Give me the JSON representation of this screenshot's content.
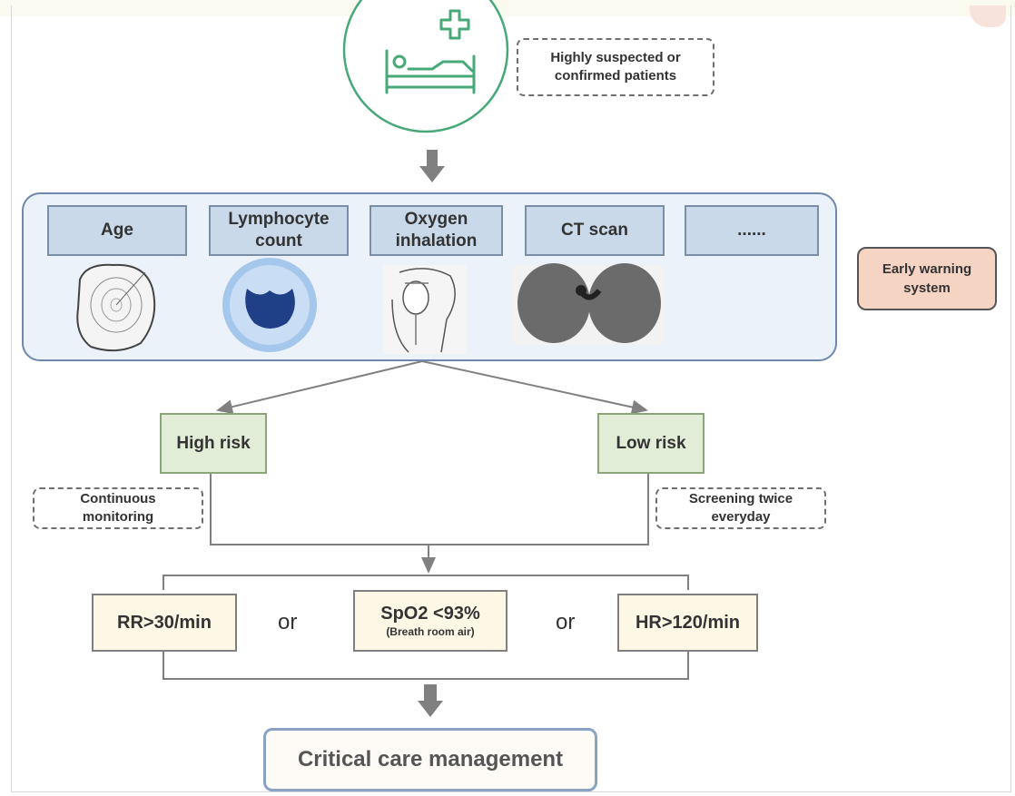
{
  "patients_label": "Highly suspected or confirmed patients",
  "factors": [
    {
      "label": "Age",
      "icon": "tree-ring-icon"
    },
    {
      "label": "Lymphocyte count",
      "icon": "lymphocyte-icon"
    },
    {
      "label": "Oxygen inhalation",
      "icon": "oxygen-mask-icon"
    },
    {
      "label": "CT scan",
      "icon": "lung-ct-icon"
    },
    {
      "label": "......",
      "icon": ""
    }
  ],
  "early_warning_label": "Early warning system",
  "high_risk": {
    "label": "High risk",
    "note": "Continuous monitoring"
  },
  "low_risk": {
    "label": "Low risk",
    "note": "Screening twice everyday"
  },
  "criteria": {
    "rr": "RR>30/min",
    "spo2": "SpO2 <93%",
    "spo2_note": "(Breath room air)",
    "hr": "HR>120/min",
    "or_1": "or",
    "or_2": "or"
  },
  "critical_care_label": "Critical care management",
  "colors": {
    "accent_green": "#3fa96b",
    "factor_fill": "#c9d9ea",
    "risk_fill": "#e1edd7",
    "warning_fill": "#f6d4c4"
  }
}
